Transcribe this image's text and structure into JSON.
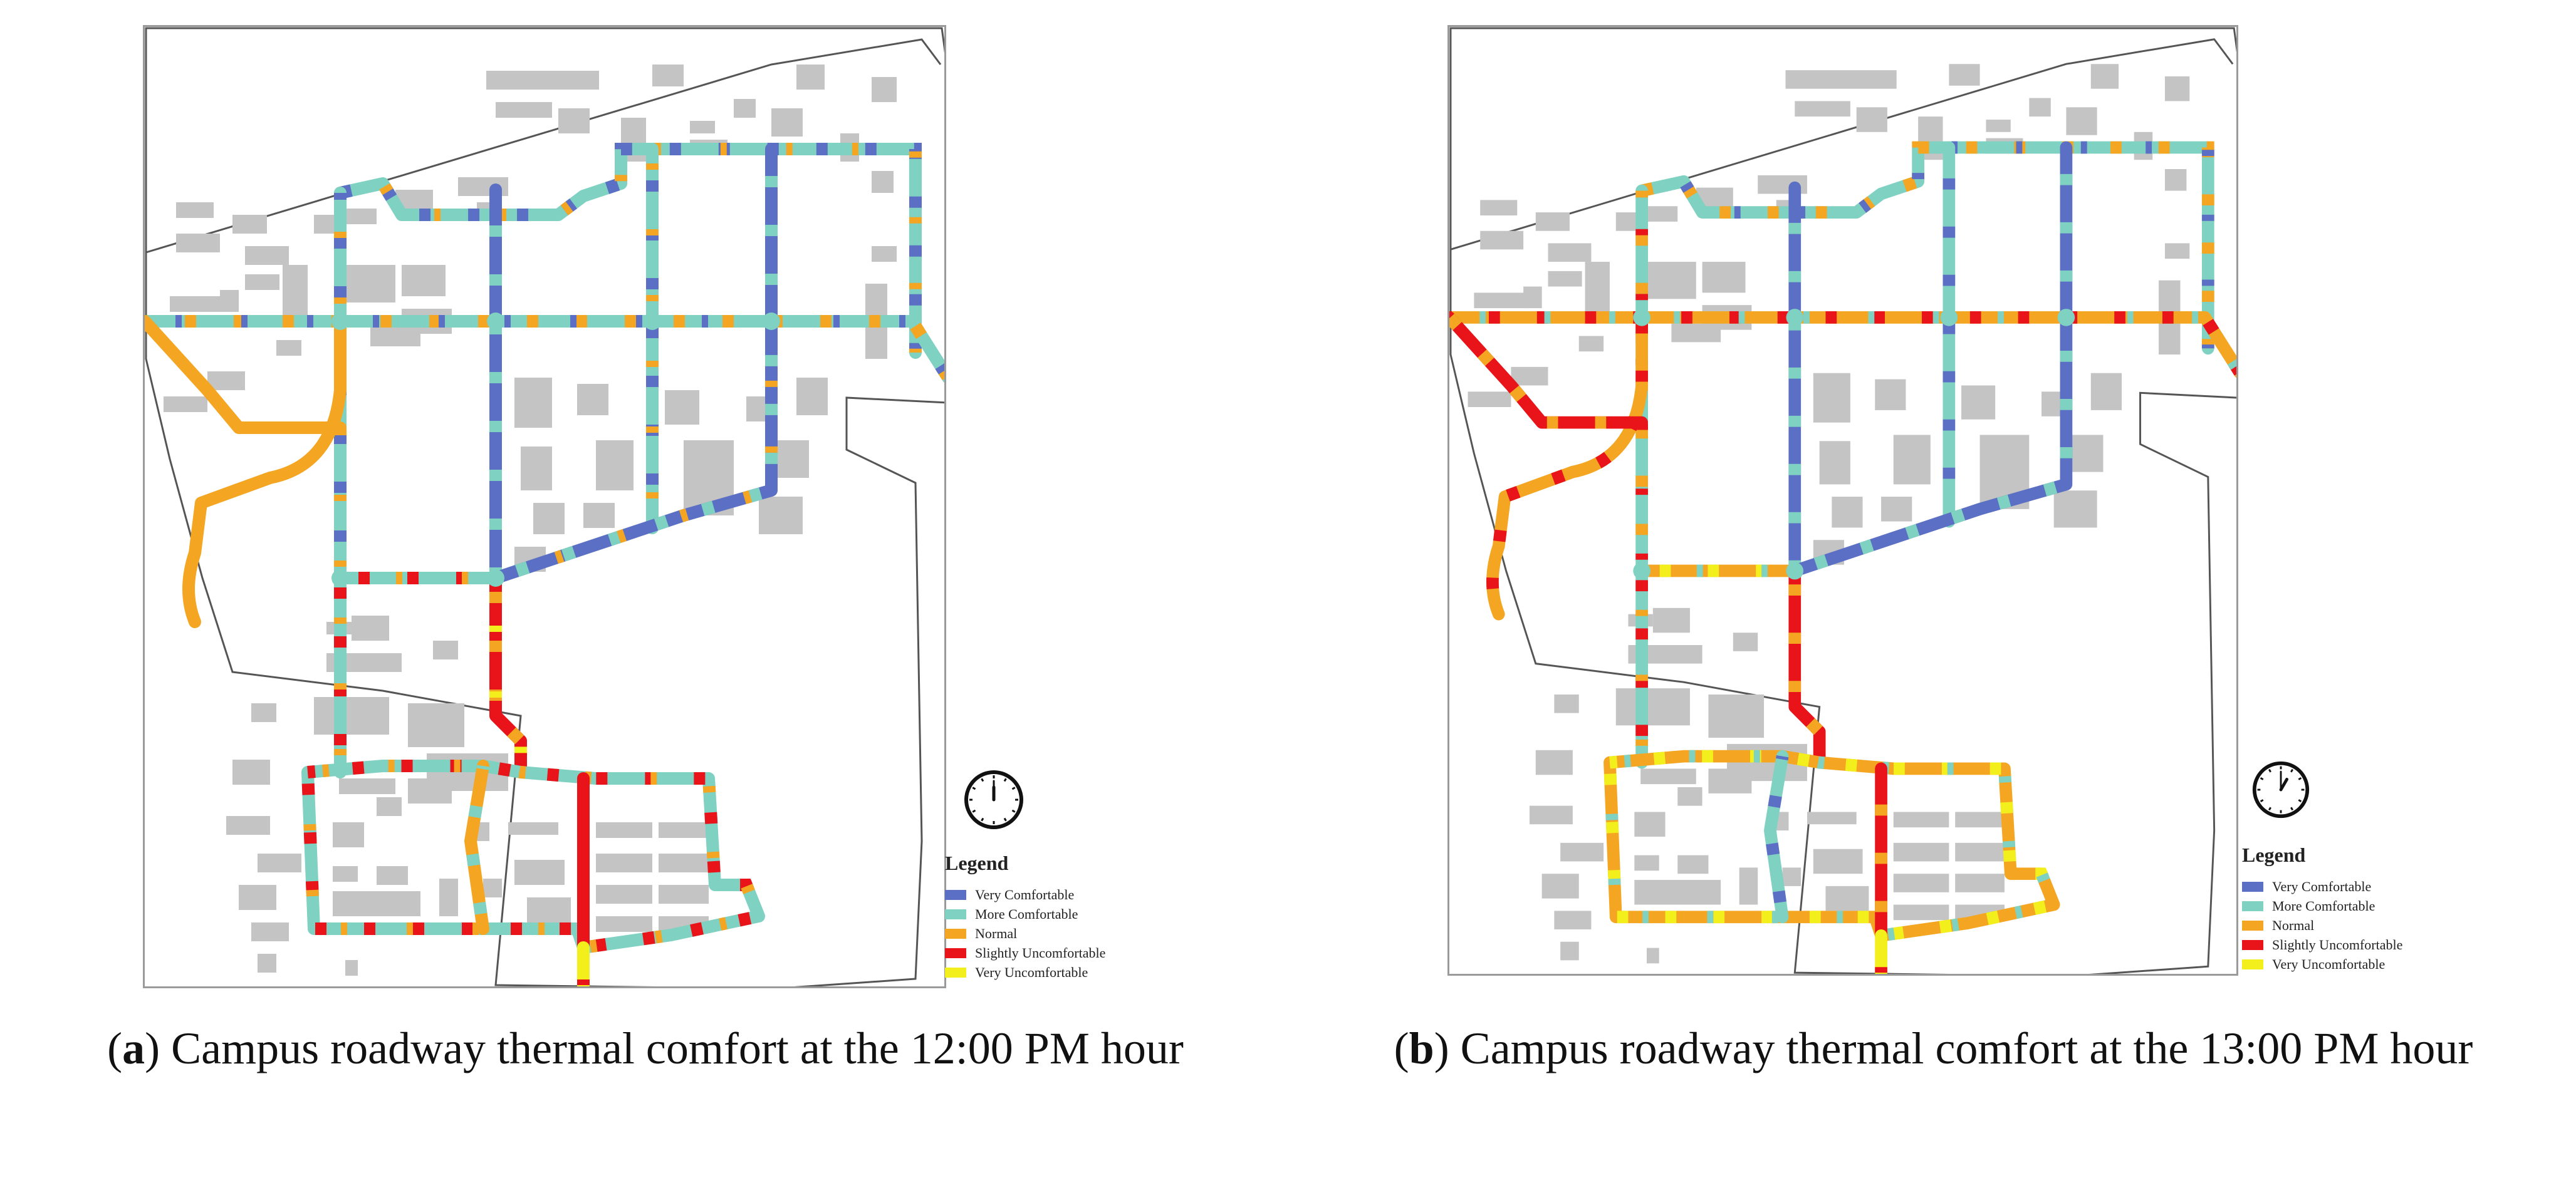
{
  "legend": {
    "title": "Legend",
    "items": [
      {
        "label": "Very Comfortable",
        "color": "#5b6fc4"
      },
      {
        "label": "More Comfortable",
        "color": "#7fd1c1"
      },
      {
        "label": "Normal",
        "color": "#f4a623"
      },
      {
        "label": "Slightly Uncomfortable",
        "color": "#e8141a"
      },
      {
        "label": "Very Uncomfortable",
        "color": "#f2ef1d"
      }
    ]
  },
  "colors": {
    "building": "#c4c4c4",
    "boundary": "#555555"
  },
  "panels": [
    {
      "id": "a",
      "caption_letter": "a",
      "caption_text": ") Campus roadway thermal comfort at the 12:00 PM hour",
      "clock_time": "12:00",
      "clock_icon": "clock-icon"
    },
    {
      "id": "b",
      "caption_letter": "b",
      "caption_text": ") Campus roadway thermal comfort at the 13:00 PM hour",
      "clock_time": "13:00",
      "clock_icon": "clock-icon"
    }
  ]
}
